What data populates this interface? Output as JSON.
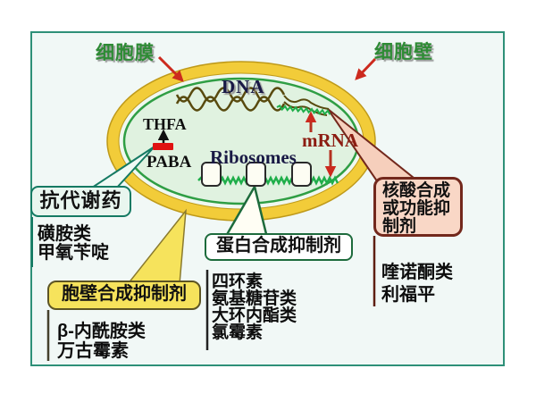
{
  "diagram": {
    "cell_membrane_label": "细胞膜",
    "cell_wall_label": "细胞壁",
    "dna_label": "DNA",
    "mrna_label": "mRNA",
    "thfa_label": "THFA",
    "paba_label": "PABA",
    "ribosomes_label": "Ribosomes"
  },
  "callouts": {
    "antimetabolite": {
      "title": "抗代谢药",
      "drugs": [
        "磺胺类",
        "甲氧苄啶"
      ]
    },
    "cell_wall_synthesis": {
      "title": "胞壁合成抑制剂",
      "drugs": [
        "β-内酰胺类",
        "万古霉素"
      ]
    },
    "protein_synthesis": {
      "title": "蛋白合成抑制剂",
      "drugs": [
        "四环素",
        "氨基糖苷类",
        "大环内酯类",
        "氯霉素"
      ]
    },
    "nucleic_acid": {
      "title_lines": [
        "核酸合成",
        "或功能抑",
        "制剂"
      ],
      "drugs": [
        "喹诺酮类",
        "利福平"
      ]
    }
  },
  "colors": {
    "frame_border": "#2e9078",
    "cell_wall_yellow": "#f2cc39",
    "cell_membrane_green": "#2f9e44",
    "cytoplasm": "#e0f2e0",
    "green_label_text": "#2e8b35",
    "arrow_red": "#cc2a1e",
    "mrna_text_red": "#8c1d12",
    "block_bar_red": "#e01212",
    "antimetabolite_box_border": "#157a63",
    "antimetabolite_box_fill": "#e9f6ef",
    "cellwall_box_fill": "#f6e35c",
    "cellwall_box_border": "#5d5524",
    "protein_box_border": "#1d6b3c",
    "nucleic_box_fill": "#f9d7c6",
    "nucleic_box_border": "#73281c",
    "dna_strand_brown": "#584a0e",
    "rna_strand_green": "#1fae4a"
  }
}
